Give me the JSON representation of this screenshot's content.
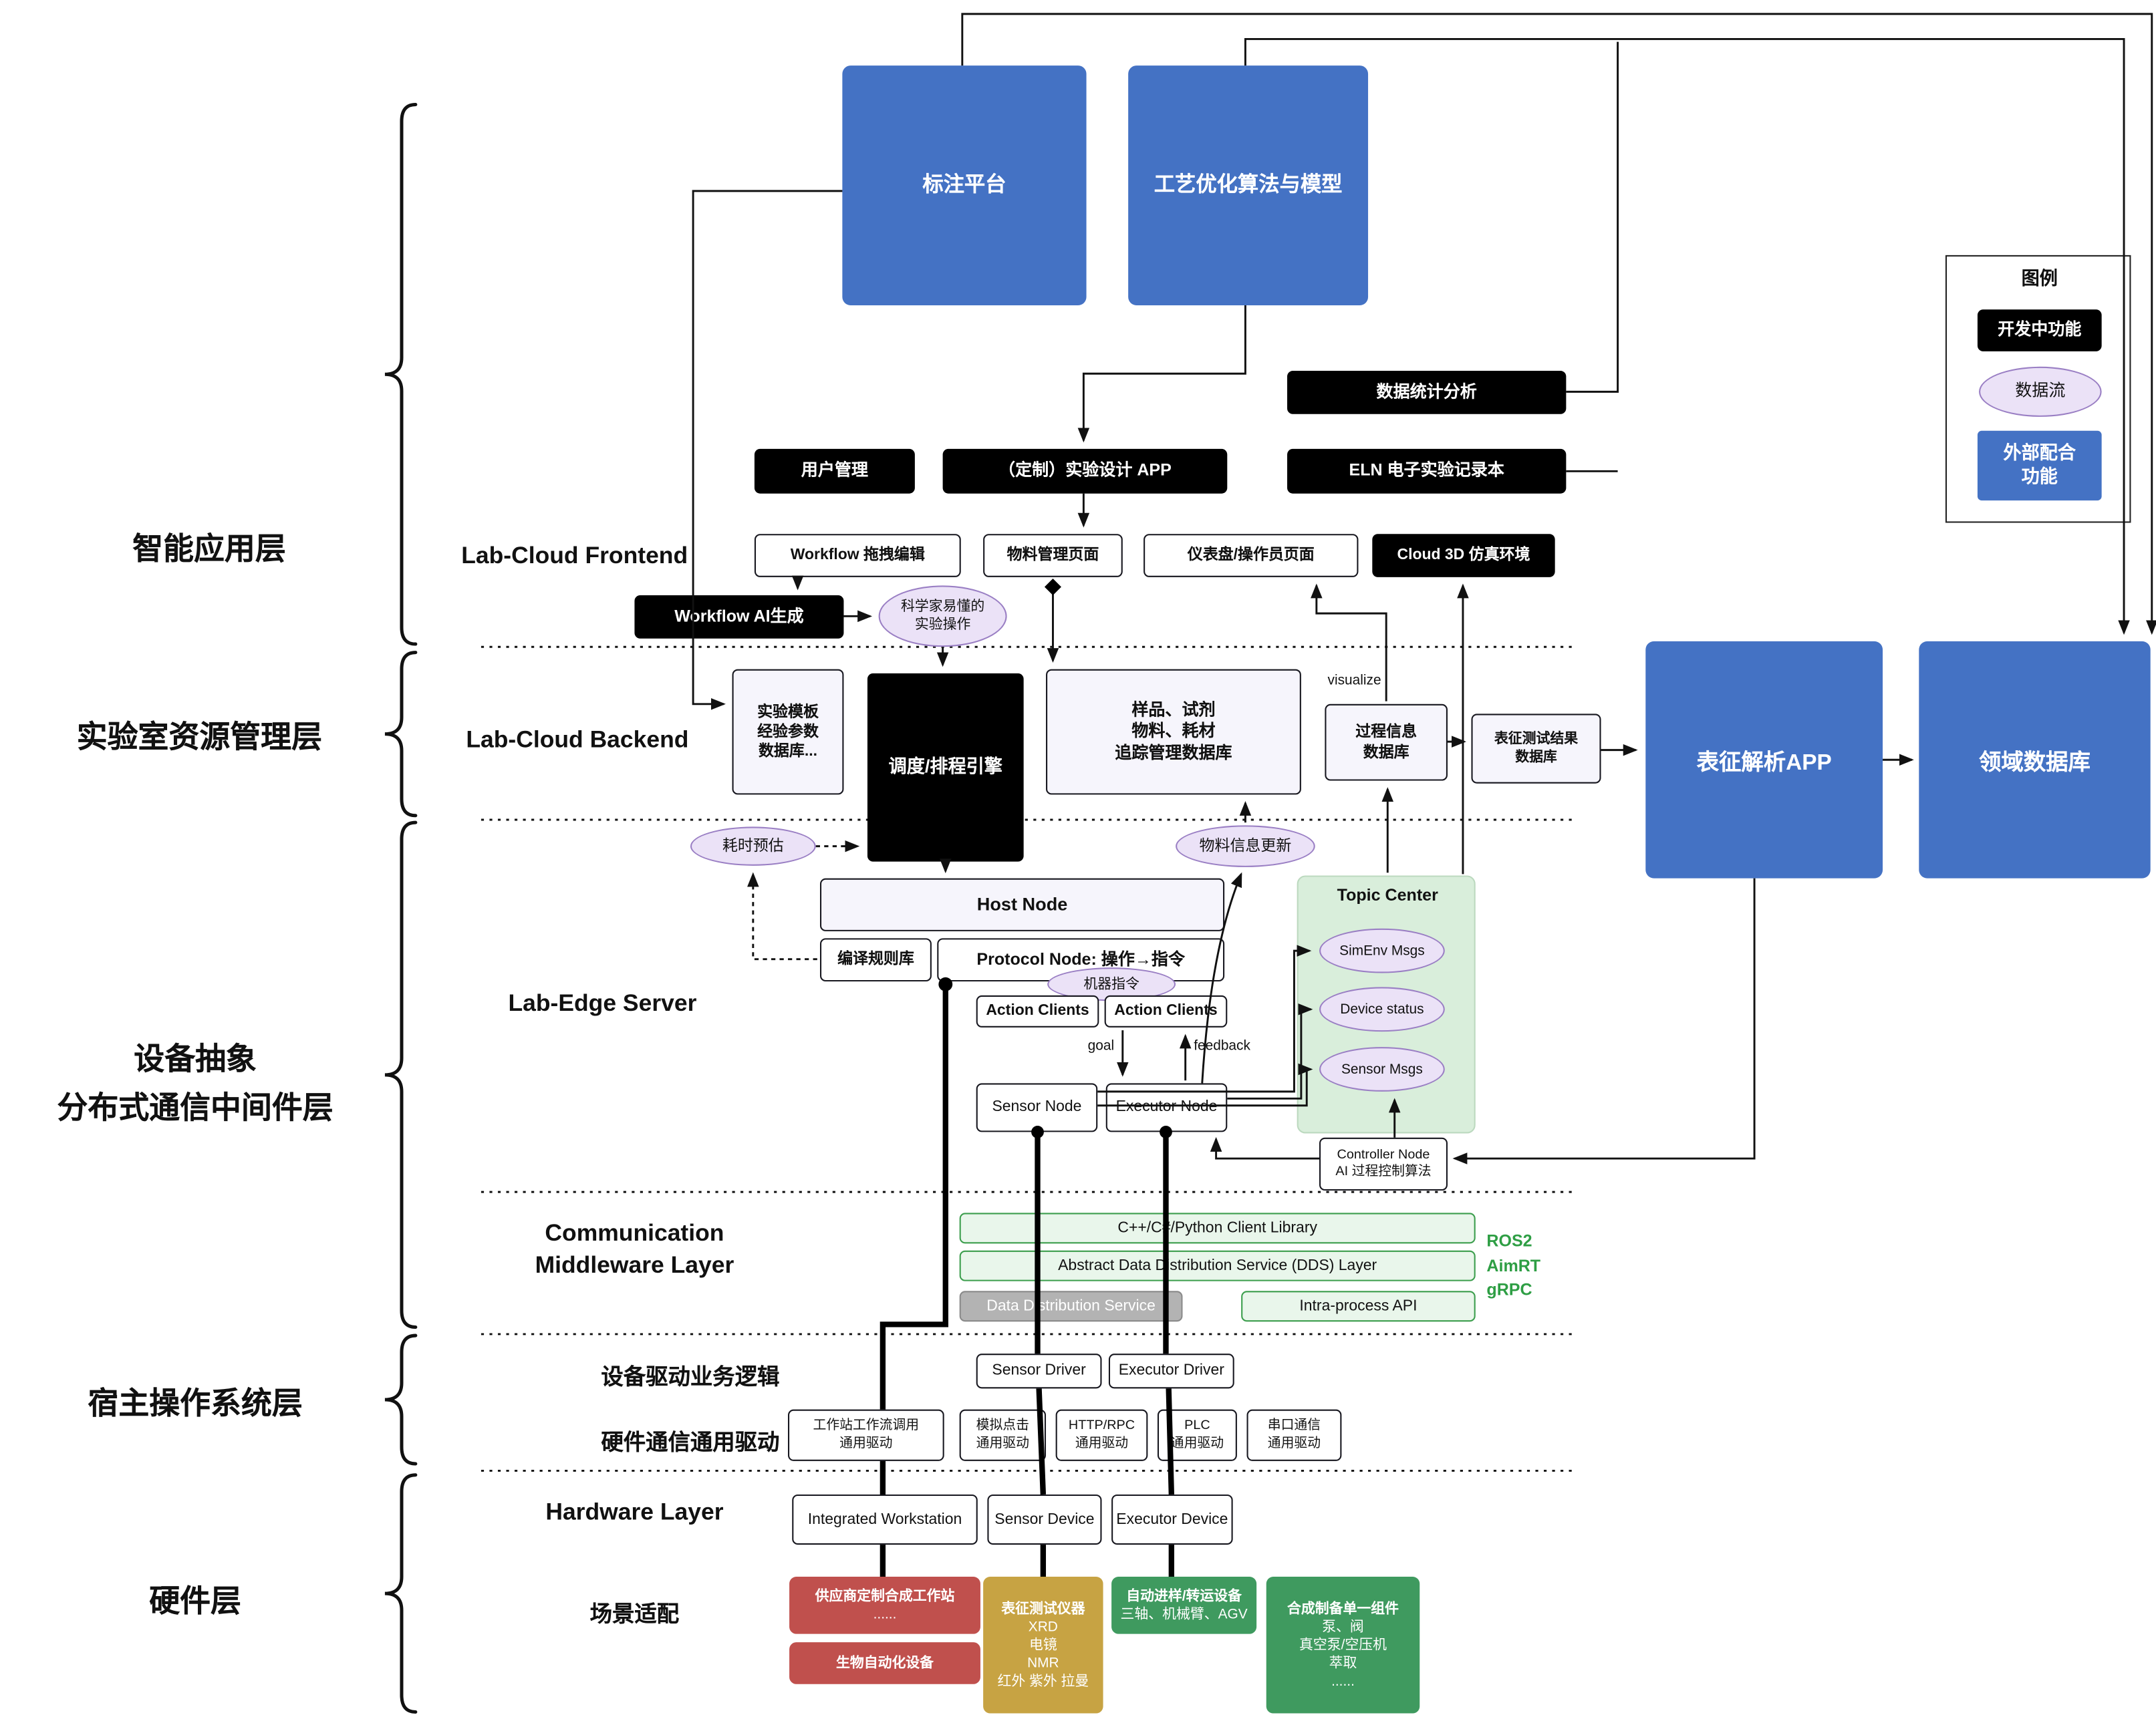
{
  "colors": {
    "accent_blue": "#4472c4",
    "dev_black": "#000000",
    "dataflow_purple": "#ebe2f7",
    "topic_green": "#d9eedb",
    "middleware_green": "#3c9e4d",
    "scenario_red": "#c0504d",
    "scenario_tan": "#c7a343",
    "scenario_green": "#3f9a5f"
  },
  "layers": {
    "app": "智能应用层",
    "resource": "实验室资源管理层",
    "middleware_1": "设备抽象",
    "middleware_2": "分布式通信中间件层",
    "host_os": "宿主操作系统层",
    "hardware": "硬件层"
  },
  "top": {
    "annotation": "标注平台",
    "optimization": "工艺优化算法与模型"
  },
  "legend": {
    "title": "图例",
    "dev": "开发中功能",
    "dataflow": "数据流",
    "external_1": "外部配合",
    "external_2": "功能"
  },
  "app_layer": {
    "stats": "数据统计分析",
    "user_mgmt": "用户管理",
    "design_app": "（定制）实验设计 APP",
    "eln": "ELN 电子实验记录本",
    "frontend_label": "Lab-Cloud Frontend",
    "wf_edit": "Workflow 拖拽编辑",
    "material_page": "物料管理页面",
    "dashboard": "仪表盘/操作员页面",
    "cloud3d": "Cloud 3D 仿真环境",
    "wf_ai": "Workflow AI生成",
    "sci_ops_1": "科学家易懂的",
    "sci_ops_2": "实验操作"
  },
  "backend": {
    "label": "Lab-Cloud Backend",
    "template_db": [
      "实验模板",
      "经验参数",
      "数据库..."
    ],
    "engine": "调度/排程引擎",
    "tracking_db": [
      "样品、试剂",
      "物料、耗材",
      "追踪管理数据库"
    ],
    "process_db": [
      "过程信息",
      "数据库"
    ],
    "result_db": [
      "表征测试结果",
      "数据库"
    ],
    "visualize": "visualize"
  },
  "right": {
    "char_app": "表征解析APP",
    "domain_db": "领域数据库"
  },
  "edge": {
    "label": "Lab-Edge Server",
    "time_est": "耗时预估",
    "material_update": "物料信息更新",
    "host_node": "Host Node",
    "rule_lib": "编译规则库",
    "protocol": "Protocol Node: 操作→指令",
    "machine_cmd": "机器指令",
    "action_clients": "Action Clients",
    "goal": "goal",
    "feedback": "feedback",
    "sensor_node": "Sensor Node",
    "executor_node": "Executor Node",
    "topic_center": "Topic Center",
    "simenv": "SimEnv Msgs",
    "device_status": "Device status",
    "sensor_msgs": "Sensor Msgs",
    "controller_1": "Controller Node",
    "controller_2": "AI 过程控制算法"
  },
  "middleware": {
    "label_1": "Communication",
    "label_2": "Middleware Layer",
    "client_lib": "C++/C#/Python Client Library",
    "dds_abstract": "Abstract Data Distribution Service (DDS) Layer",
    "dds_service": "Data Distribution Service",
    "intra_api": "Intra-process API",
    "tech": [
      "ROS2",
      "AimRT",
      "gRPC"
    ]
  },
  "host_os": {
    "driver_logic_label": "设备驱动业务逻辑",
    "sensor_driver": "Sensor Driver",
    "executor_driver": "Executor Driver",
    "hw_comm_label": "硬件通信通用驱动",
    "drivers": [
      [
        "工作站工作流调用",
        "通用驱动"
      ],
      [
        "模拟点击",
        "通用驱动"
      ],
      [
        "HTTP/RPC",
        "通用驱动"
      ],
      [
        "PLC",
        "通用驱动"
      ],
      [
        "串口通信",
        "通用驱动"
      ]
    ]
  },
  "hardware": {
    "label": "Hardware Layer",
    "workstation": "Integrated Workstation",
    "sensor_device": "Sensor Device",
    "executor_device": "Executor Device",
    "scenario_label": "场景适配",
    "red1_title": "供应商定制合成工作站",
    "red1_sub": "......",
    "red2": "生物自动化设备",
    "tan_title": "表征测试仪器",
    "tan_lines": [
      "XRD",
      "电镜",
      "NMR",
      "红外 紫外 拉曼"
    ],
    "green1_title": "自动进样/转运设备",
    "green1_sub": "三轴、机械臂、AGV",
    "green2_title": "合成制备单一组件",
    "green2_lines": [
      "泵、阀",
      "真空泵/空压机",
      "萃取",
      "......"
    ]
  }
}
